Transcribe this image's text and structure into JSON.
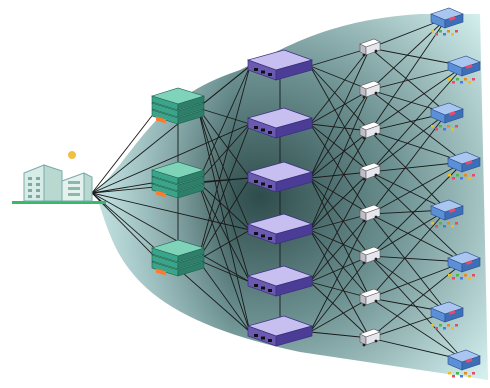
{
  "diagram": {
    "kind": "supply-chain-network",
    "colors": {
      "background": "#ffffff",
      "cloud_light": "#cfeeee",
      "cloud_dark": "#4d6e6e",
      "line": "#1a1a1a",
      "hub": "#3aa58a",
      "hub_label": "#ff7a2a",
      "warehouse": "#6a5ab0",
      "truck": "#e6e6ee",
      "store": "#5b8fd6",
      "building": "#b9d8d0",
      "ground": "#37b86a"
    },
    "nodes": {
      "source": {
        "icon": "factory-building-icon",
        "count": 1
      },
      "hubs": {
        "icon": "distribution-hub-icon",
        "count": 3
      },
      "warehouses": {
        "icon": "warehouse-icon",
        "count": 6
      },
      "trucks": {
        "icon": "delivery-truck-icon",
        "count": 8
      },
      "stores": {
        "icon": "retail-store-icon",
        "count": 8
      }
    }
  }
}
